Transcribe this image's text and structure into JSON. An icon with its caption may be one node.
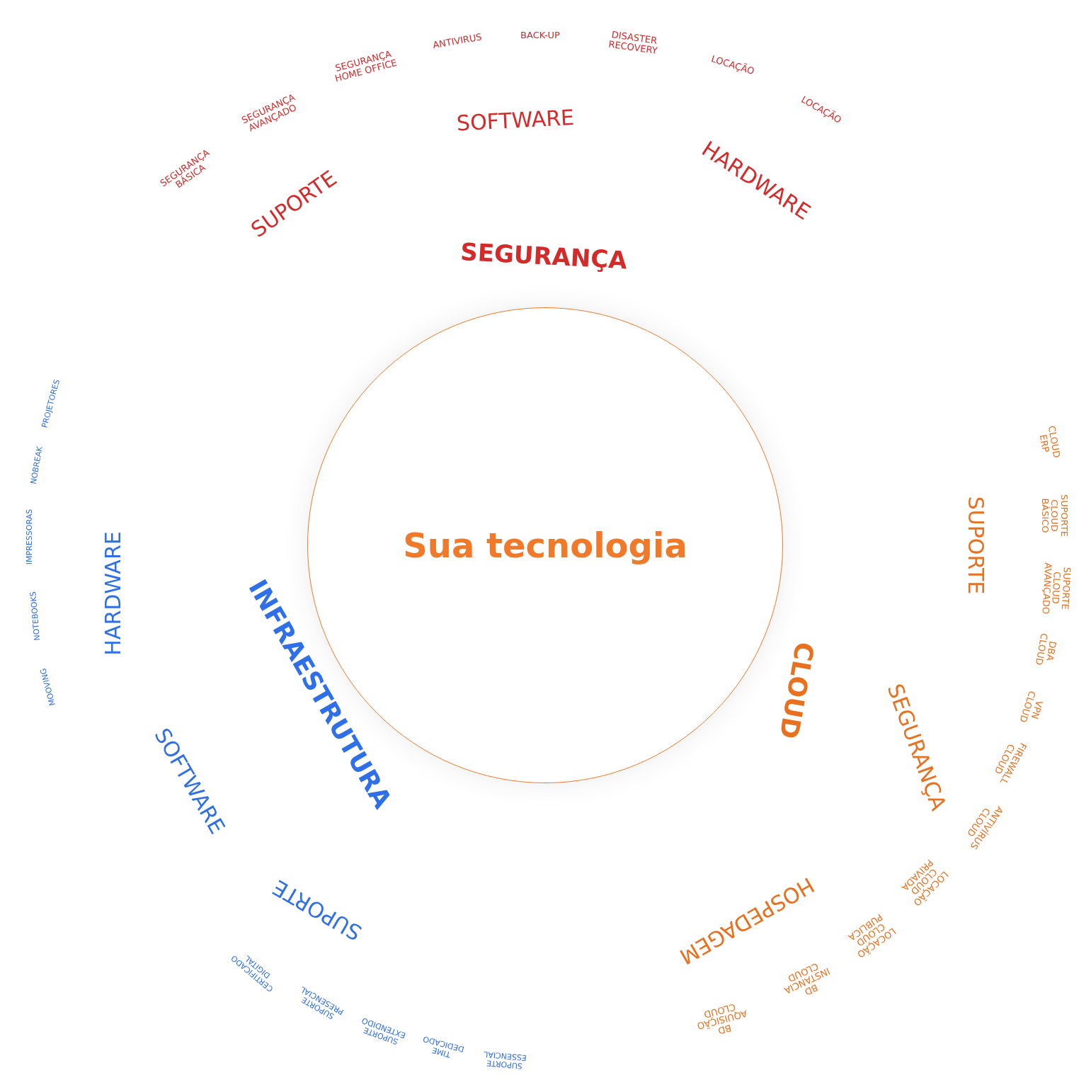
{
  "diagram": {
    "nodes": [
      {
        "text": [
          "Sua tecnologia"
        ]
      }
    ],
    "labels": [
      "SEGURANÇA",
      "SUPORTE",
      "SOFTWARE",
      "HARDWARE",
      "SEGURANÇA BÁSICA",
      "SEGURANÇA AVANÇADO",
      "SEGURANÇA HOME OFFICE",
      "ANTIVIRUS",
      "BACK-UP",
      "DISASTER RECOVERY",
      "LOCAÇÃO",
      "LOCAÇÃO",
      "CLOUD",
      "SUPORTE",
      "SEGURANÇA",
      "HOSPEDAGEM",
      "CLOUD ERP",
      "SUPORTE CLOUD BÁSICO",
      "SUPORTE CLOUD AVANÇADO",
      "DBA CLOUD",
      "VPN CLOUD",
      "FIREWALL CLOUD",
      "ANTIVÍRUS CLOUD",
      "LOCAÇÃO CLOUD PRIVADA",
      "LOCAÇÃO CLOUD PUBLICA",
      "BD INSTANCIA CLOUD",
      "BD AQUISIÇÃO CLOUD",
      "INFRAESTRUTURA",
      "HARDWARE",
      "SOFTWARE",
      "SUPORTE",
      "PROJETORES",
      "NOBREAK",
      "IMPRESSORAS",
      "NOTEBOOKS",
      "MOOVING",
      "SUPORTE ESSENCIAL",
      "TIME DEDICADO",
      "SUPORTE EXTENDIDO",
      "SUPORTE PRESENCIAL",
      "CERTIFICADO DIGITAL"
    ]
  }
}
